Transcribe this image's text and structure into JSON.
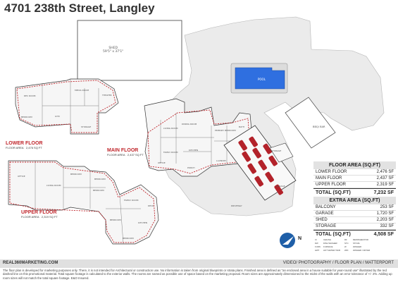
{
  "title": "4701 238th Street, Langley",
  "floors": {
    "lower": {
      "name": "LOWER FLOOR",
      "area_label": "FLOOR AREA",
      "area_value": "2,476 SQ FT"
    },
    "main": {
      "name": "MAIN FLOOR",
      "area_label": "FLOOR AREA",
      "area_value": "2,437 SQ FT"
    },
    "upper": {
      "name": "UPPER FLOOR",
      "area_label": "FLOOR AREA",
      "area_value": "2,319 SQ FT"
    }
  },
  "rooms": {
    "shed": "SHED",
    "shed_dim": "59'5\" x 37'1\"",
    "pool": "POOL",
    "bbq": "BBQ/ BAR",
    "driveway": "DRIVEWAY",
    "rec_room": "REC ROOM",
    "gym": "GYM",
    "media_room": "MEDIA ROOM",
    "theater": "THEATER",
    "bedroom": "BEDROOM",
    "storage": "STORAGE",
    "bath": "BATH",
    "living_room": "LIVING ROOM",
    "dining_room": "DINING ROOM",
    "family_room": "FAMILY ROOM",
    "kitchen": "KITCHEN",
    "office": "OFFICE",
    "porch": "PORCH",
    "laundry": "LAUNDRY",
    "garage": "GARAGE",
    "primary_bedroom": "PRIMARY BEDROOM",
    "deck": "DECK"
  },
  "floor_area_table": {
    "heading": "FLOOR AREA (SQ.FT)",
    "rows": [
      {
        "label": "LOWER FLOOR",
        "value": "2,476 SF"
      },
      {
        "label": "MAIN FLOOR",
        "value": "2,437 SF"
      },
      {
        "label": "UPPER FLOOR",
        "value": "2,319 SF"
      }
    ],
    "total_label": "TOTAL (SQ.FT)",
    "total_value": "7,232 SF"
  },
  "extra_area_table": {
    "heading": "EXTRA AREA (SQ.FT)",
    "rows": [
      {
        "label": "BALCONY",
        "value": "253 SF"
      },
      {
        "label": "GARAGE",
        "value": "1,720 SF"
      },
      {
        "label": "SHED",
        "value": "2,203 SF"
      },
      {
        "label": "STORAGE",
        "value": "332 SF"
      }
    ],
    "total_label": "TOTAL (SQ.FT)",
    "total_value": "4,508 SF"
  },
  "compass_letter": "N",
  "legend": [
    [
      "CI",
      "CEILING",
      "RF",
      "REFRIGERATOR"
    ],
    [
      "DW",
      "DISH WASHER",
      "STC",
      "STOVE"
    ],
    [
      "FURN",
      "FURNACE",
      "W",
      "WASHER"
    ],
    [
      "HWT",
      "HOT WATER TANK",
      "W/D",
      "WASHER / DRYER"
    ]
  ],
  "footer": {
    "website": "REAL360MARKETING.COM",
    "services": "VIDEO/ PHOTOGRAPHY / FLOOR PLAN / MATTERPORT",
    "disclaimer": "The floor plan is developed for marketing purposes only. There, it is not intended for Architectural or construction use. No information is taken from original blueprints or strata plans. Finished area is defined as \"an enclosed area in a house suitable for year-round use\" illustrated by the red dashed line on this promotional material. Total square footage is calculated to the exterior walls. The rooms are named as possible use of space based on the marketing proposal. Room sizes are approximately dimensioned to the midst of the walls with an error tolerance of +/- 2%. Adding up room sizes will not match the total square footage. E&O Insured."
  },
  "colors": {
    "red": "#c0262c",
    "pool": "#2f6fe0",
    "car": "#b3222a",
    "compass": "#1f5fa8"
  }
}
